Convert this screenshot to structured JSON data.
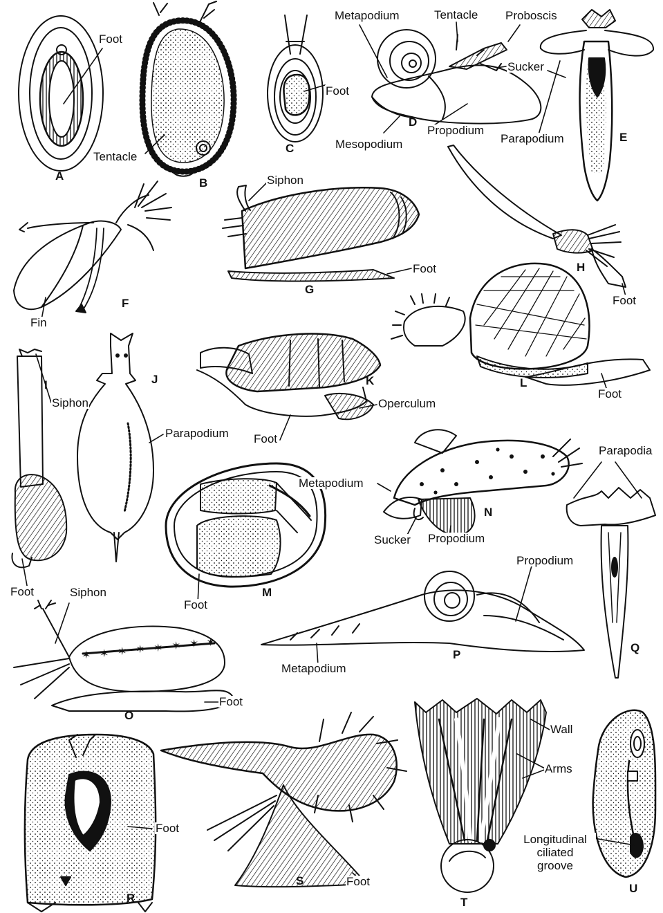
{
  "letters": {
    "a": "A",
    "b": "B",
    "c": "C",
    "d": "D",
    "e": "E",
    "f": "F",
    "g": "G",
    "h": "H",
    "i": "I",
    "j": "J",
    "k": "K",
    "l": "L",
    "m": "M",
    "n": "N",
    "o": "O",
    "p": "P",
    "q": "Q",
    "r": "R",
    "s": "S",
    "t": "T",
    "u": "U"
  },
  "labels": {
    "foot": "Foot",
    "tentacle": "Tentacle",
    "metapodium": "Metapodium",
    "proboscis": "Proboscis",
    "sucker": "Sucker",
    "mesopodium": "Mesopodium",
    "propodium": "Propodium",
    "parapodium": "Parapodium",
    "parapodia": "Parapodia",
    "siphon": "Siphon",
    "fin": "Fin",
    "operculum": "Operculum",
    "wall": "Wall",
    "arms": "Arms",
    "longitudinal_groove_line1": "Longitudinal",
    "longitudinal_groove_line2": "ciliated",
    "longitudinal_groove_line3": "groove"
  },
  "colors": {
    "ink": "#111111",
    "paper": "#ffffff"
  }
}
